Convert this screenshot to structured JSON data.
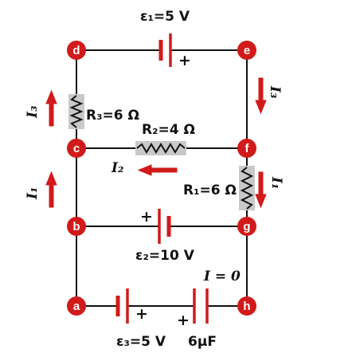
{
  "nodes": {
    "a": "a",
    "b": "b",
    "c": "c",
    "d": "d",
    "e": "e",
    "f": "f",
    "g": "g",
    "h": "h"
  },
  "emf1": "ε₁=5 V",
  "emf2": "ε₂=10 V",
  "emf3": "ε₃=5 V",
  "r1": "R₁=6 Ω",
  "r2": "R₂=4 Ω",
  "r3": "R₃=6 Ω",
  "capacitor": "6μF",
  "current_zero": "I = 0",
  "plus_sign": "+",
  "current_i1": "I₁",
  "current_i2": "I₂",
  "current_i3": "I₃",
  "colors": {
    "accent": "#d11a1a",
    "resistor": "#c9c9c9",
    "wire": "#111111"
  }
}
